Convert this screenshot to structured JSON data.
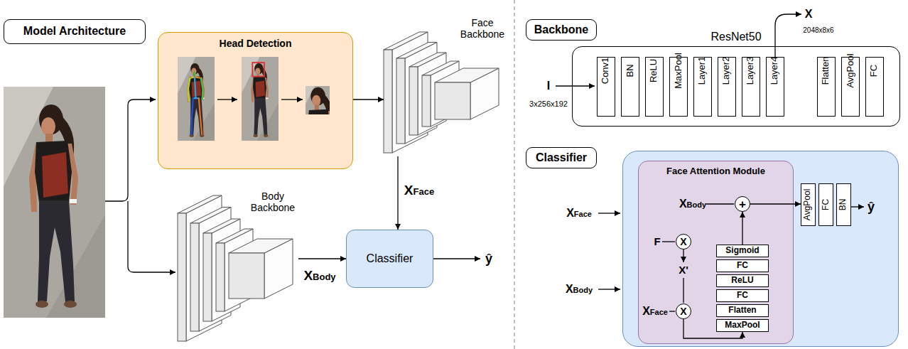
{
  "diagram": {
    "nodes": [
      {
        "text": [
          "Model Architecture"
        ]
      },
      {
        "text": [
          "Head Detection"
        ]
      },
      {
        "text": [
          "Face Backbone"
        ]
      },
      {
        "text": [
          "Body Backbone"
        ]
      },
      {
        "text": [
          "Classifier"
        ]
      },
      {
        "text": [
          "Backbone"
        ]
      },
      {
        "text": [
          "ResNet50"
        ]
      },
      {
        "text": [
          "Conv1"
        ],
        "in": 6
      },
      {
        "text": [
          "BN"
        ],
        "in": 6
      },
      {
        "text": [
          "ReLU"
        ],
        "in": 6
      },
      {
        "text": [
          "MaxPool"
        ],
        "in": 6
      },
      {
        "text": [
          "Layer1"
        ],
        "in": 6
      },
      {
        "text": [
          "Layer2"
        ],
        "in": 6
      },
      {
        "text": [
          "Layer3"
        ],
        "in": 6
      },
      {
        "text": [
          "Layer4"
        ],
        "in": 6
      },
      {
        "text": [
          "Flatten"
        ],
        "in": 6
      },
      {
        "text": [
          "AvgPool"
        ],
        "in": 6
      },
      {
        "text": [
          "FC"
        ],
        "in": 6
      },
      {
        "text": [
          "Classifier"
        ]
      },
      {
        "text": []
      },
      {
        "text": [
          "Face Attention Module"
        ],
        "in": 19
      },
      {
        "text": [
          "+"
        ],
        "in": 20
      },
      {
        "text": [
          "X"
        ],
        "in": 20
      },
      {
        "text": [
          "X"
        ],
        "in": 20
      },
      {
        "text": [
          "Sigmoid"
        ],
        "in": 20
      },
      {
        "text": [
          "FC"
        ],
        "in": 20
      },
      {
        "text": [
          "ReLU"
        ],
        "in": 20
      },
      {
        "text": [
          "FC"
        ],
        "in": 20
      },
      {
        "text": [
          "Flatten"
        ],
        "in": 20
      },
      {
        "text": [
          "MaxPool"
        ],
        "in": 20
      },
      {
        "text": [
          "AvgPool"
        ],
        "in": 19
      },
      {
        "text": [
          "FC"
        ],
        "in": 19
      },
      {
        "text": [
          "BN"
        ],
        "in": 19
      }
    ],
    "edges": [
      {
        "from": 1,
        "to": 2,
        "arrow": "to"
      },
      {
        "from": 2,
        "to": 4,
        "label": "XFace",
        "arrow": "to"
      },
      {
        "from": 3,
        "to": 4,
        "label": "XBody",
        "arrow": "to"
      },
      {
        "from": 23,
        "to": 29,
        "arrow": "to"
      },
      {
        "from": 24,
        "to": 21,
        "arrow": "to"
      },
      {
        "from": 21,
        "to": 30,
        "arrow": "to"
      }
    ],
    "labels": [
      "ŷ",
      "I",
      "3x256x192",
      "X",
      "2048x8x6",
      "XFace",
      "XBody",
      "XBody",
      "F",
      "X'",
      "XFace",
      "ŷ"
    ]
  }
}
